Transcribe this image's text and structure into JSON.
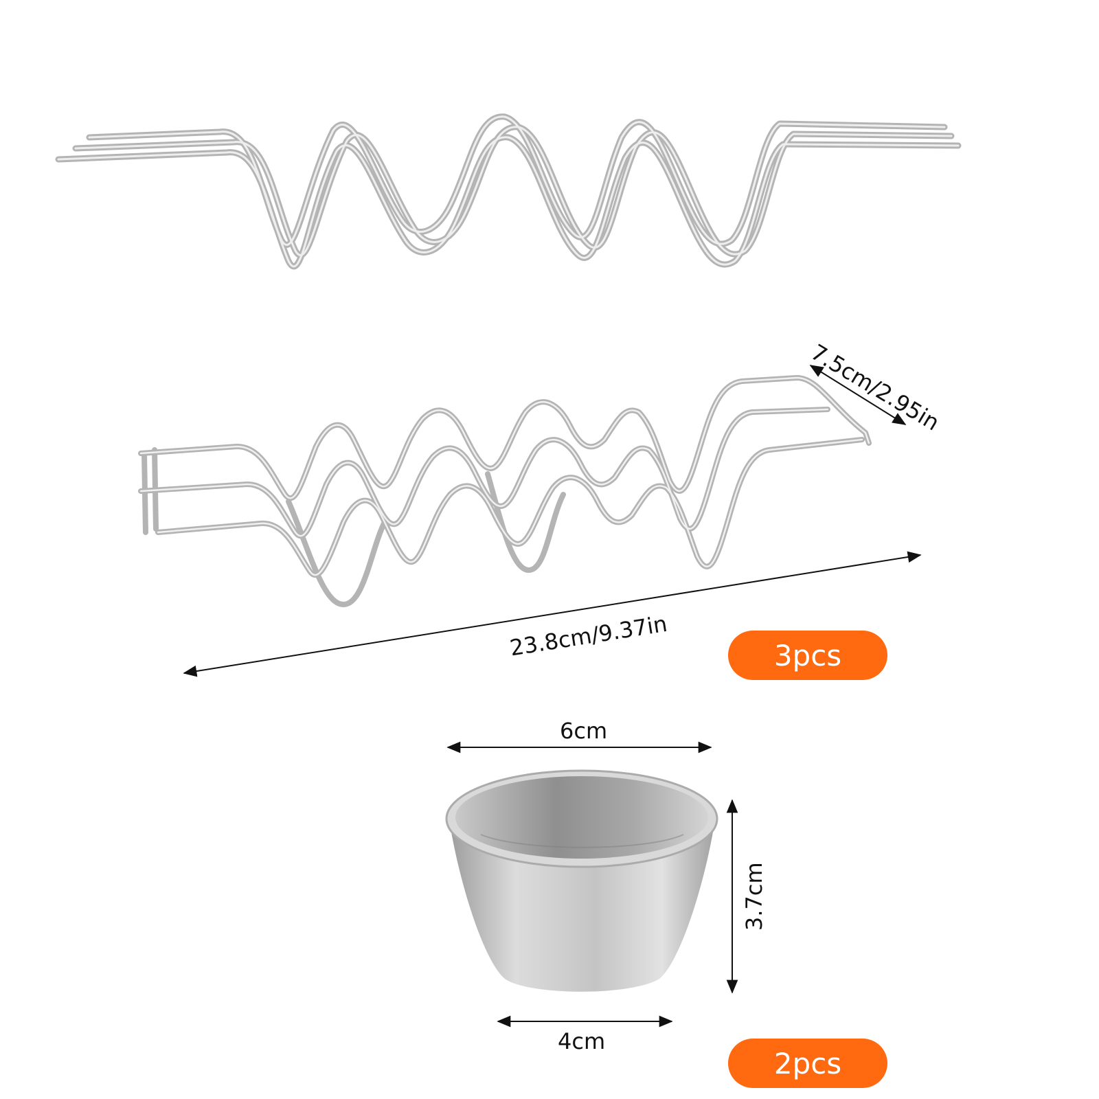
{
  "colors": {
    "badge": "#ff6a10",
    "wire": "#b9b9b9",
    "wire_highlight": "#f1f1f1",
    "steel": "#c8c8c8",
    "dimension_line": "#111111"
  },
  "holder": {
    "length_label": "23.8cm/9.37in",
    "depth_label": "7.5cm/2.95in",
    "quantity_label": "3pcs"
  },
  "cup": {
    "top_diameter_label": "6cm",
    "bottom_diameter_label": "4cm",
    "height_label": "3.7cm",
    "quantity_label": "2pcs"
  }
}
